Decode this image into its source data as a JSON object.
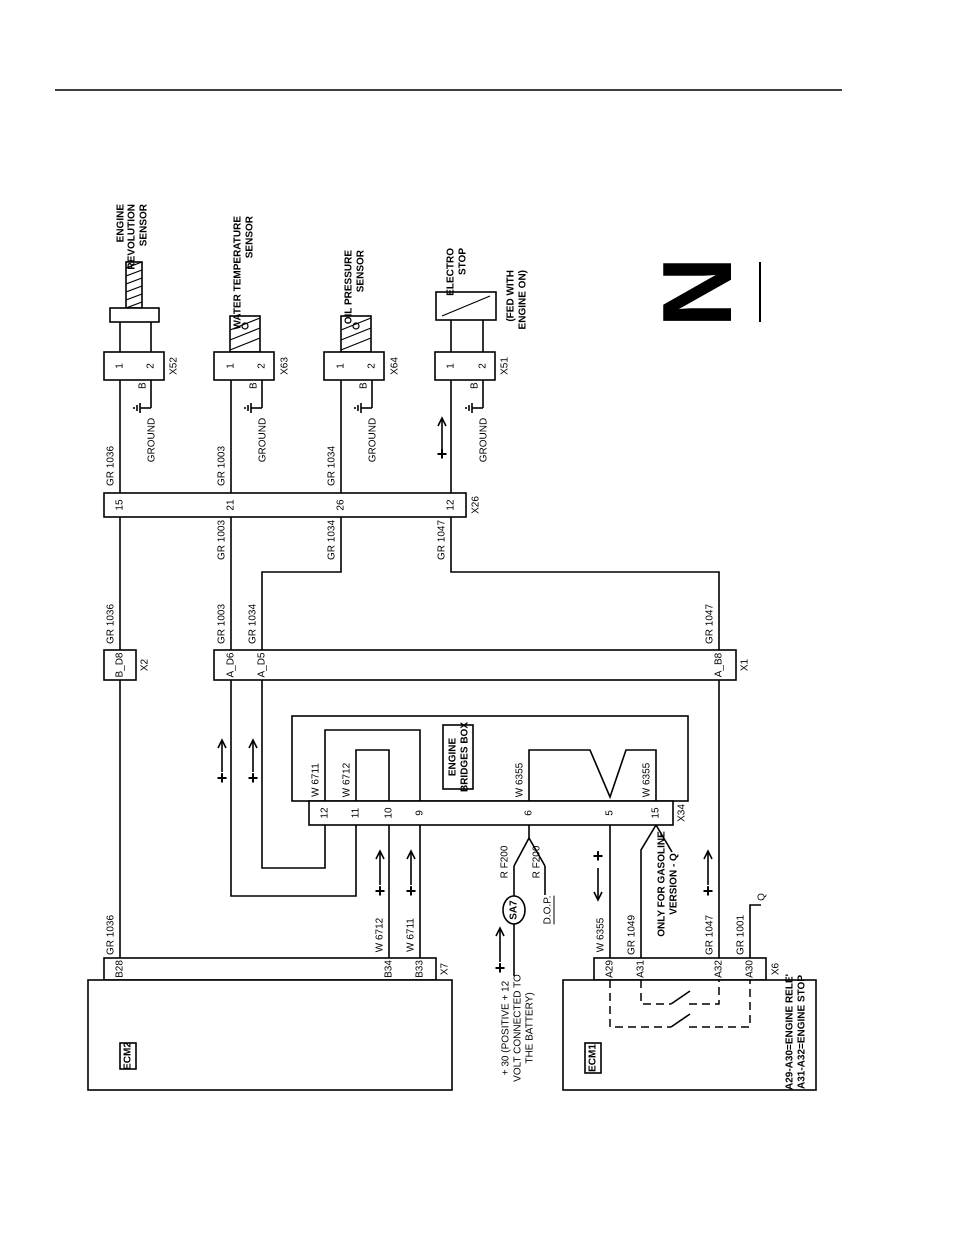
{
  "components": {
    "engine_revolution_sensor": [
      "ENGINE",
      "REVOLUTION",
      "SENSOR"
    ],
    "water_temperature_sensor": [
      "WATER TEMPERATURE",
      "SENSOR"
    ],
    "oil_pressure_sensor": [
      "OIL PRESSURE",
      "SENSOR"
    ],
    "electro_stop": [
      "ELECTRO",
      "STOP"
    ],
    "electro_stop_note": [
      "(FED WITH",
      "ENGINE ON)"
    ],
    "engine_bridges_box": [
      "ENGINE",
      "BRIDGES BOX"
    ],
    "ecm2": "ECM2",
    "ecm1": "ECM1",
    "sa7": "SA7"
  },
  "connectors": {
    "x52": "X52",
    "x63": "X63",
    "x64": "X64",
    "x51": "X51",
    "x26": "X26",
    "x2": "X2",
    "x1": "X1",
    "x34": "X34",
    "x7": "X7",
    "x6": "X6"
  },
  "pins": {
    "p1": "1",
    "p2": "2",
    "x26_15": "15",
    "x26_21": "21",
    "x26_26": "26",
    "x26_12": "12",
    "x2_b_d8": "B_D8",
    "x1_a_d6": "A_D6",
    "x1_a_d5": "A_D5",
    "x1_a_b8": "A_B8",
    "x34_12": "12",
    "x34_11": "11",
    "x34_10": "10",
    "x34_9": "9",
    "x34_6": "6",
    "x34_5": "5",
    "x34_15": "15",
    "x7_b28": "B28",
    "x7_b34": "B34",
    "x7_b33": "B33",
    "x6_a29": "A29",
    "x6_a31": "A31",
    "x6_a32": "A32",
    "x6_a30": "A30"
  },
  "wires": {
    "gr1036": "GR 1036",
    "gr1003": "GR 1003",
    "gr1034": "GR 1034",
    "gr1047": "GR 1047",
    "gr1049": "GR 1049",
    "gr1001": "GR 1001",
    "w6711": "W 6711",
    "w6712": "W 6712",
    "w6355": "W 6355",
    "rf200": "R F200",
    "b": "B"
  },
  "labels": {
    "ground": "GROUND",
    "dop": "D.O.P.",
    "gasoline": [
      "ONLY FOR GASOLINE",
      "VERSION - Q"
    ],
    "q": "Q",
    "battery": [
      "+ 30 (POSITIVE + 12",
      "VOLT CONNECTED TO",
      "THE BATTERY)"
    ],
    "legend": [
      "A29-A30=ENGINE RELE'",
      "A31-A32=ENGINE STOP"
    ],
    "plus": "+",
    "page_letter": "N"
  }
}
